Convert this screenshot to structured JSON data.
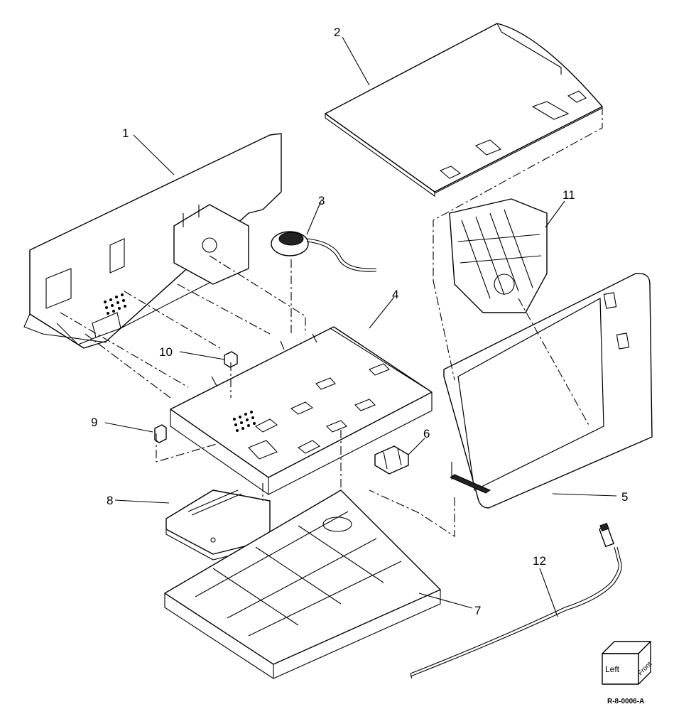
{
  "callouts": {
    "c1": "1",
    "c2": "2",
    "c3": "3",
    "c4": "4",
    "c5": "5",
    "c6": "6",
    "c7": "7",
    "c8": "8",
    "c9": "9",
    "c10": "10",
    "c11": "11",
    "c12": "12"
  },
  "orientation_cube": {
    "left": "Left",
    "front": "Front"
  },
  "reference_id": "R-8-0006-A"
}
